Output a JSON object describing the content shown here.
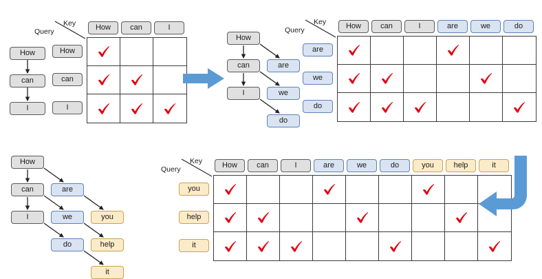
{
  "meta": {
    "title": "Incremental self-attention mask expansion diagram",
    "colors": {
      "source_fill": "#e0e0e0",
      "source_border": "#5a5a5a",
      "gen1_fill": "#dae3f1",
      "gen1_border": "#5c82b8",
      "gen2_fill": "#fcebc8",
      "gen2_border": "#c8a44a",
      "check": "#e30613",
      "arrow_blue": "#5b9bd5",
      "grid": "#3a3a3a"
    },
    "axis_labels": {
      "key": "Key",
      "query": "Query"
    },
    "check_glyph": "check-mark"
  },
  "panel1": {
    "name": "step1",
    "chain": {
      "tokens": [
        "How",
        "can",
        "I"
      ],
      "style": "gray"
    },
    "matrix": {
      "columns": [
        {
          "label": "How",
          "style": "gray"
        },
        {
          "label": "can",
          "style": "gray"
        },
        {
          "label": "I",
          "style": "gray"
        }
      ],
      "rows": [
        {
          "label": "How",
          "style": "gray",
          "checks": [
            true,
            false,
            false
          ]
        },
        {
          "label": "can",
          "style": "gray",
          "checks": [
            true,
            true,
            false
          ]
        },
        {
          "label": "I",
          "style": "gray",
          "checks": [
            true,
            true,
            true
          ]
        }
      ]
    }
  },
  "arrow1": {
    "name": "right-arrow",
    "direction": "right"
  },
  "panel2": {
    "name": "step2",
    "tree": {
      "source": [
        "How",
        "can",
        "I"
      ],
      "generated": [
        "are",
        "we",
        "do"
      ],
      "edges": [
        {
          "from": "How",
          "to": "can"
        },
        {
          "from": "can",
          "to": "I"
        },
        {
          "from": "How",
          "to": "are"
        },
        {
          "from": "can",
          "to": "we"
        },
        {
          "from": "I",
          "to": "do"
        }
      ]
    },
    "matrix": {
      "columns": [
        {
          "label": "How",
          "style": "gray"
        },
        {
          "label": "can",
          "style": "gray"
        },
        {
          "label": "I",
          "style": "gray"
        },
        {
          "label": "are",
          "style": "blue"
        },
        {
          "label": "we",
          "style": "blue"
        },
        {
          "label": "do",
          "style": "blue"
        }
      ],
      "rows": [
        {
          "label": "are",
          "style": "blue",
          "checks": [
            true,
            false,
            false,
            true,
            false,
            false
          ]
        },
        {
          "label": "we",
          "style": "blue",
          "checks": [
            true,
            true,
            false,
            false,
            true,
            false
          ]
        },
        {
          "label": "do",
          "style": "blue",
          "checks": [
            true,
            true,
            true,
            false,
            false,
            true
          ]
        }
      ]
    }
  },
  "arrow2": {
    "name": "down-left-elbow-arrow",
    "direction": "down-then-left"
  },
  "panel3": {
    "name": "step3",
    "tree": {
      "source": [
        "How",
        "can",
        "I"
      ],
      "generated1": [
        "are",
        "we",
        "do"
      ],
      "generated2": [
        "you",
        "help",
        "it"
      ],
      "edges": [
        {
          "from": "How",
          "to": "can"
        },
        {
          "from": "can",
          "to": "I"
        },
        {
          "from": "How",
          "to": "are"
        },
        {
          "from": "can",
          "to": "we"
        },
        {
          "from": "I",
          "to": "do"
        },
        {
          "from": "are",
          "to": "you"
        },
        {
          "from": "we",
          "to": "help"
        },
        {
          "from": "do",
          "to": "it"
        }
      ]
    },
    "matrix": {
      "columns": [
        {
          "label": "How",
          "style": "gray"
        },
        {
          "label": "can",
          "style": "gray"
        },
        {
          "label": "I",
          "style": "gray"
        },
        {
          "label": "are",
          "style": "blue"
        },
        {
          "label": "we",
          "style": "blue"
        },
        {
          "label": "do",
          "style": "blue"
        },
        {
          "label": "you",
          "style": "yellow"
        },
        {
          "label": "help",
          "style": "yellow"
        },
        {
          "label": "it",
          "style": "yellow"
        }
      ],
      "rows": [
        {
          "label": "you",
          "style": "yellow",
          "checks": [
            true,
            false,
            false,
            true,
            false,
            false,
            true,
            false,
            false
          ]
        },
        {
          "label": "help",
          "style": "yellow",
          "checks": [
            true,
            true,
            false,
            false,
            true,
            false,
            false,
            true,
            false
          ]
        },
        {
          "label": "it",
          "style": "yellow",
          "checks": [
            true,
            true,
            true,
            false,
            false,
            true,
            false,
            false,
            true
          ]
        }
      ]
    }
  }
}
